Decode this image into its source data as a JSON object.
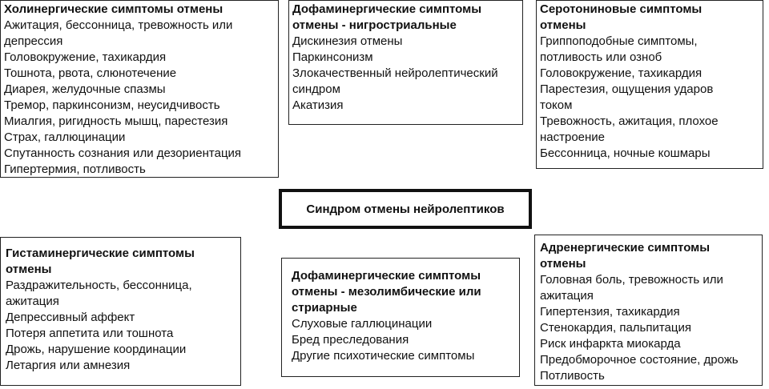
{
  "center": "Синдром отмены нейролептиков",
  "boxes": [
    {
      "title": "Холинергические симптомы отмены",
      "items": [
        "Ажитация, бессонница, тревожность или депрессия",
        "Головокружение, тахикардия",
        "Тошнота, рвота, слюнотечение",
        "Диарея, желудочные спазмы",
        "Тремор, паркинсонизм, неусидчивость",
        "Миалгия, ригидность мышц, парестезия",
        "Страх, галлюцинации",
        "Спутанность сознания или дезориентация",
        "Гипертермия, потливость"
      ]
    },
    {
      "title": "Дофаминергические симптомы отмены - нигростриальные",
      "items": [
        "Дискинезия отмены",
        "Паркинсонизм",
        "Злокачественный нейролептический синдром",
        "Акатизия"
      ]
    },
    {
      "title": "Серотониновые симптомы отмены",
      "items": [
        "Гриппоподобные симптомы, потливость или озноб",
        "Головокружение, тахикардия",
        "Парестезия, ощущения ударов током",
        "Тревожность, ажитация, плохое настроение",
        "Бессонница, ночные кошмары"
      ]
    },
    {
      "title": "Гистаминергические симптомы отмены",
      "items": [
        "Раздражительность, бессонница, ажитация",
        "Депрессивный аффект",
        "Потеря аппетита или тошнота",
        "Дрожь, нарушение координации",
        "Летаргия или амнезия"
      ]
    },
    {
      "title": "Дофаминергические симптомы отмены - мезолимбические или стриарные",
      "items": [
        "Слуховые галлюцинации",
        "Бред преследования",
        "Другие психотические симптомы"
      ]
    },
    {
      "title": "Адренергические симптомы отмены",
      "items": [
        "Головная боль, тревожность или ажитация",
        "Гипертензия, тахикардия",
        "Стенокардия, пальпитация",
        "Риск инфаркта миокарда",
        "Предобморочное состояние, дрожь",
        "Потливость"
      ]
    }
  ]
}
